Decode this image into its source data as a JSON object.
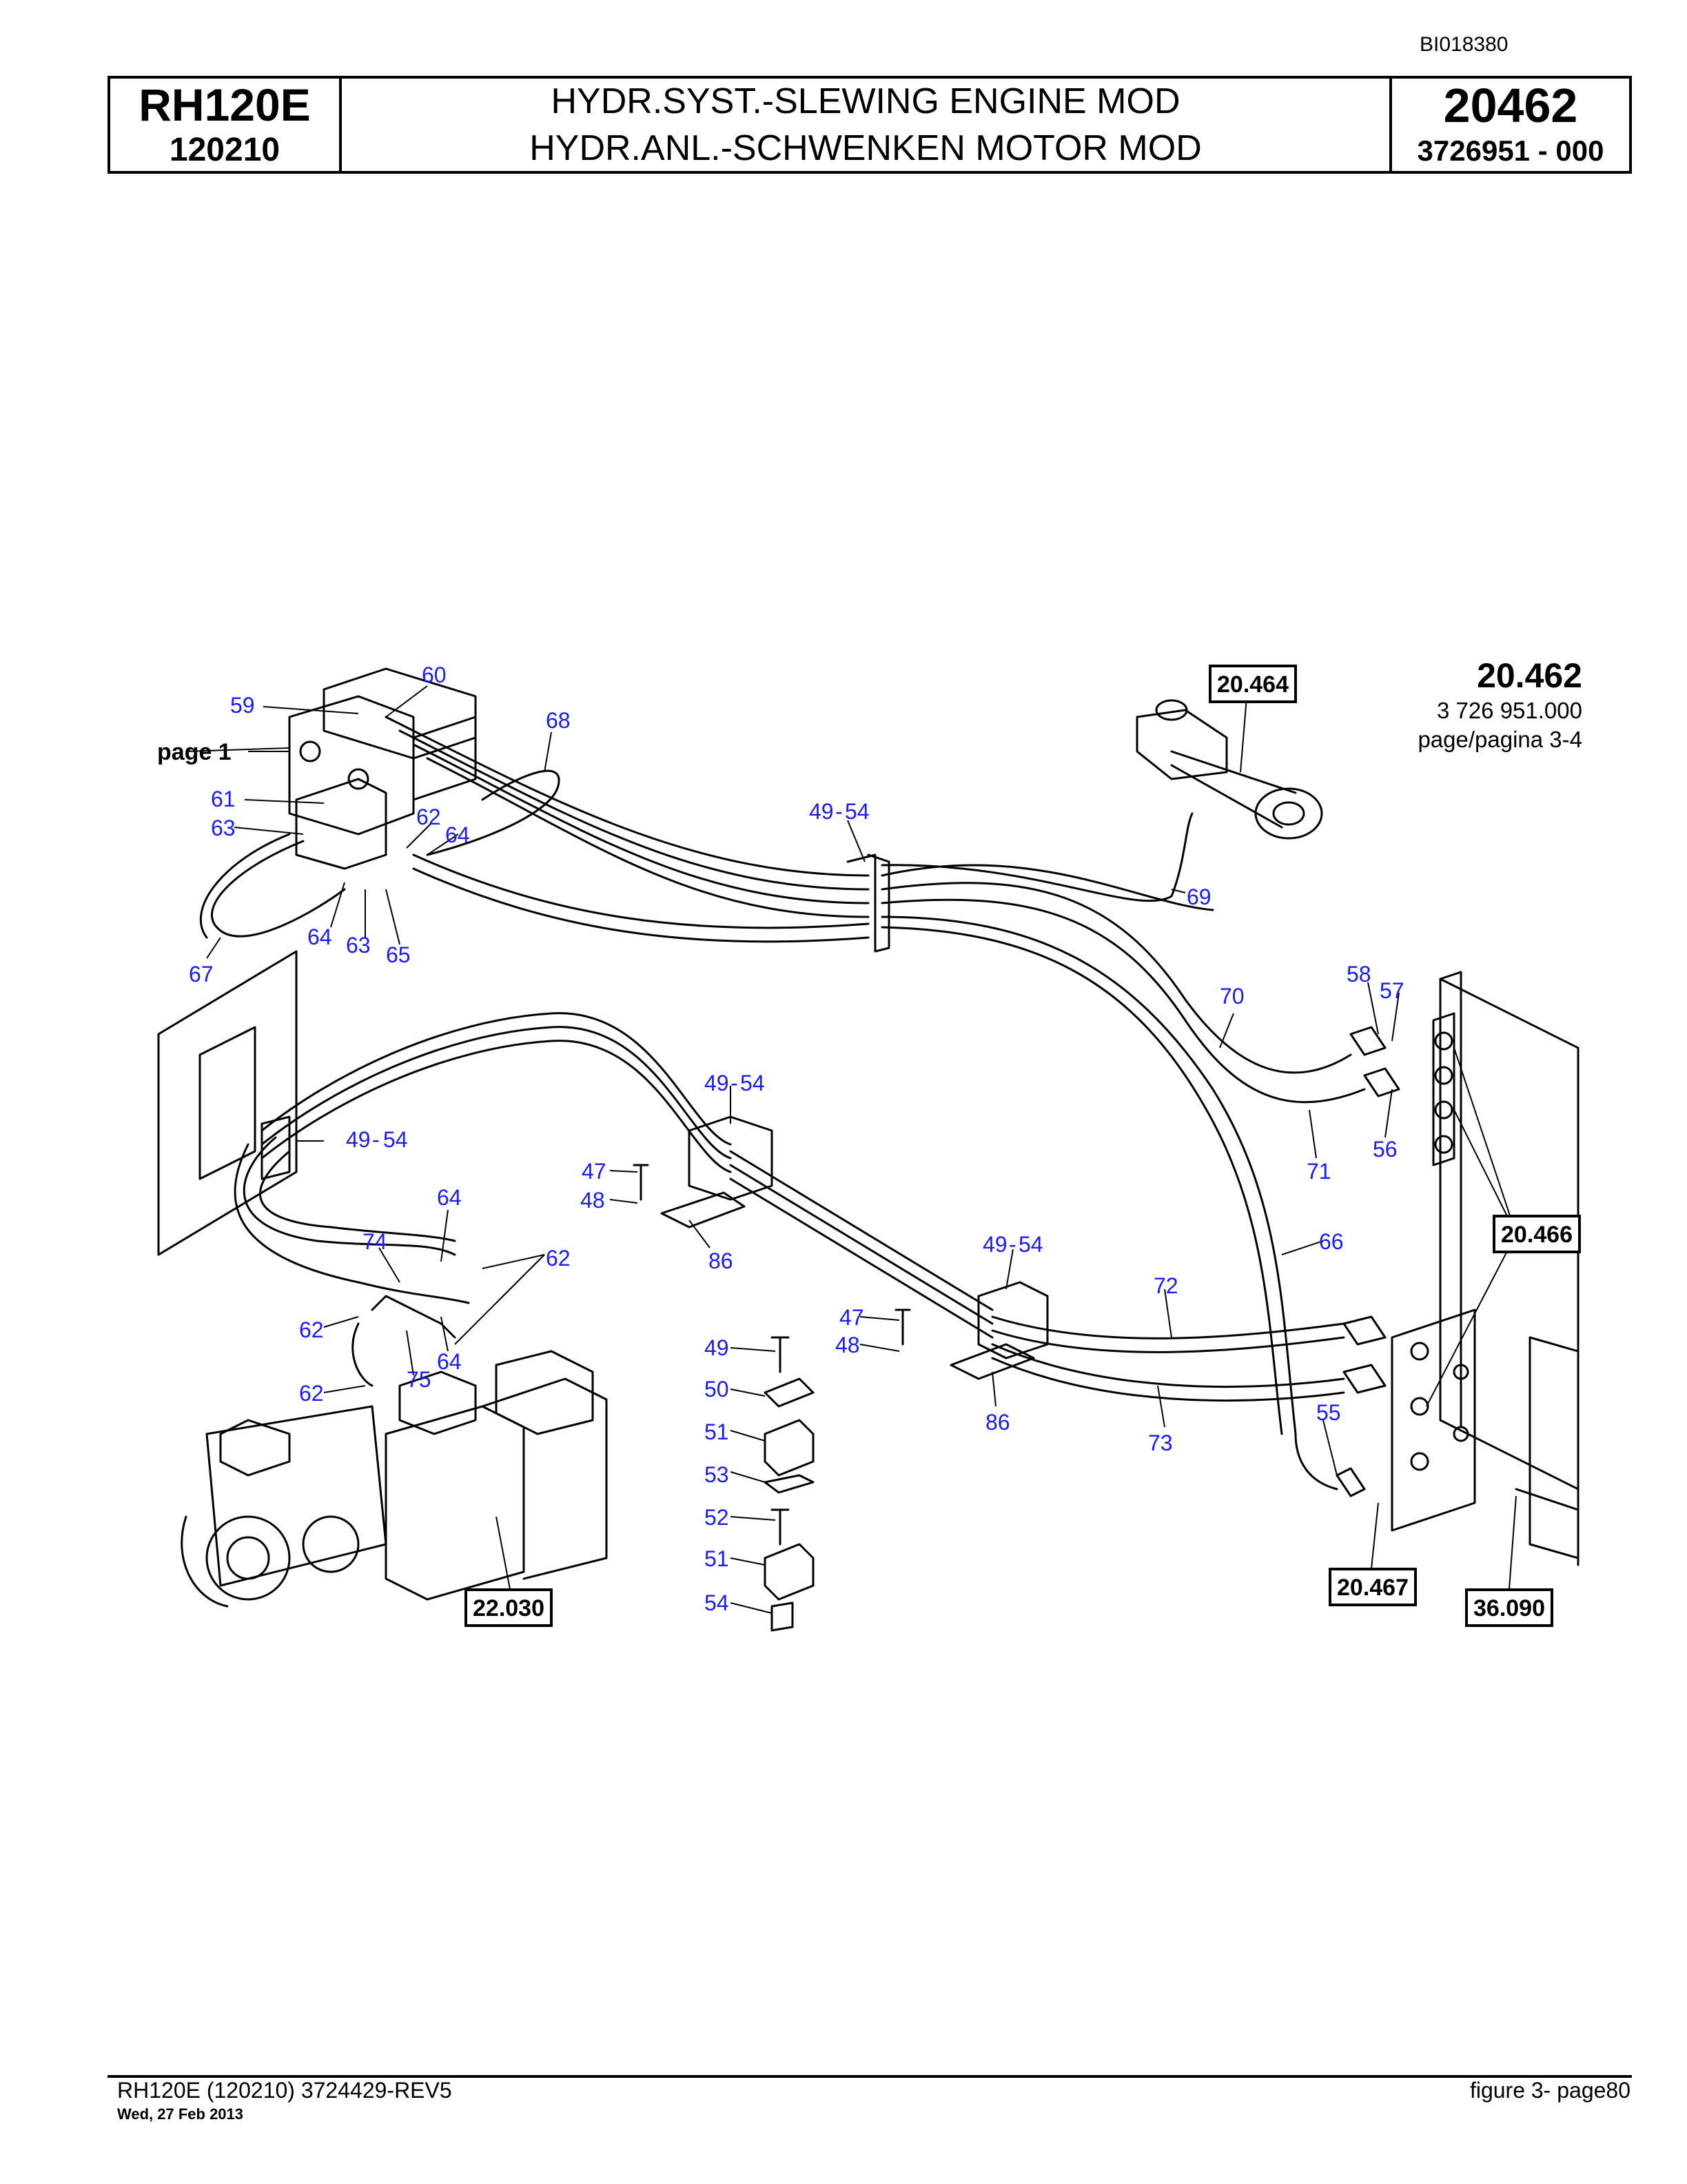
{
  "doc_id": "BI018380",
  "header": {
    "model": "RH120E",
    "serial": "120210",
    "title_en": "HYDR.SYST.-SLEWING ENGINE MOD",
    "title_de": "HYDR.ANL.-SCHWENKEN MOTOR MOD",
    "figure_number": "20462",
    "part_number": "3726951  - 000"
  },
  "figure_ref": {
    "number": "20.462",
    "part": "3 726 951.000",
    "pages": "page/pagina 3-4"
  },
  "diagram": {
    "page_label": "page 1",
    "callouts": [
      "60",
      "59",
      "68",
      "61",
      "63",
      "62",
      "64",
      "49",
      "-",
      "54",
      "64",
      "63",
      "65",
      "67",
      "69",
      "70",
      "58",
      "57",
      "56",
      "71",
      "49",
      "-",
      "54",
      "49",
      "-",
      "54",
      "47",
      "48",
      "86",
      "64",
      "74",
      "62",
      "66",
      "49",
      "-",
      "54",
      "72",
      "62",
      "64",
      "75",
      "47",
      "48",
      "49",
      "50",
      "51",
      "53",
      "52",
      "51",
      "54",
      "62",
      "86",
      "73",
      "55"
    ],
    "ref_boxes": [
      "20.464",
      "20.466",
      "20.467",
      "22.030",
      "36.090"
    ]
  },
  "footer": {
    "left": "RH120E (120210) 3724429-REV5",
    "date": "Wed, 27 Feb 2013",
    "right": "figure  3- page80"
  }
}
